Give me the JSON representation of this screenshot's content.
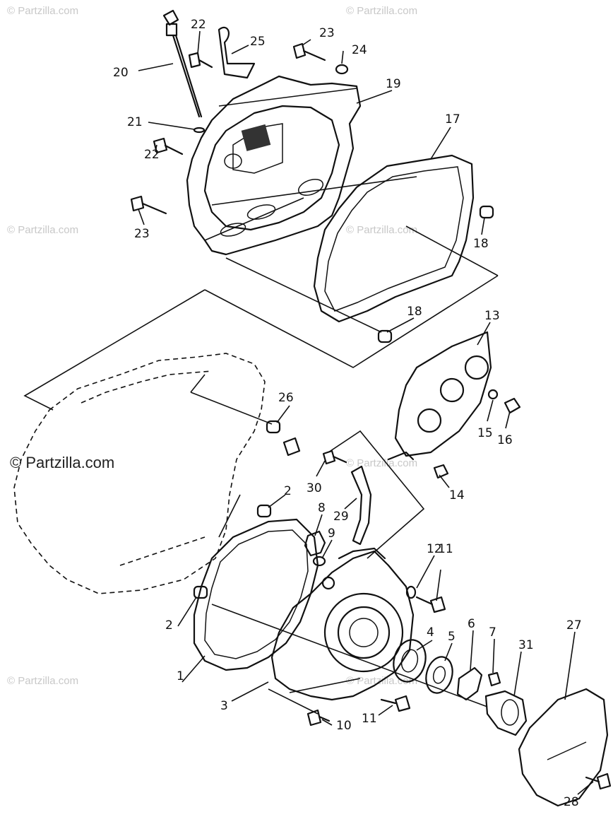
{
  "watermark": {
    "brand": "© Partzilla.com",
    "primary": "© Partzilla.com"
  },
  "callouts": [
    "1",
    "2",
    "2",
    "3",
    "4",
    "5",
    "6",
    "7",
    "8",
    "9",
    "10",
    "11",
    "11",
    "12",
    "13",
    "14",
    "15",
    "16",
    "17",
    "18",
    "18",
    "19",
    "20",
    "21",
    "22",
    "22",
    "23",
    "23",
    "24",
    "25",
    "26",
    "27",
    "28",
    "29",
    "30",
    "31"
  ],
  "colors": {
    "ink": "#111111",
    "watermark": "#c8c8c8",
    "background": "#ffffff"
  }
}
